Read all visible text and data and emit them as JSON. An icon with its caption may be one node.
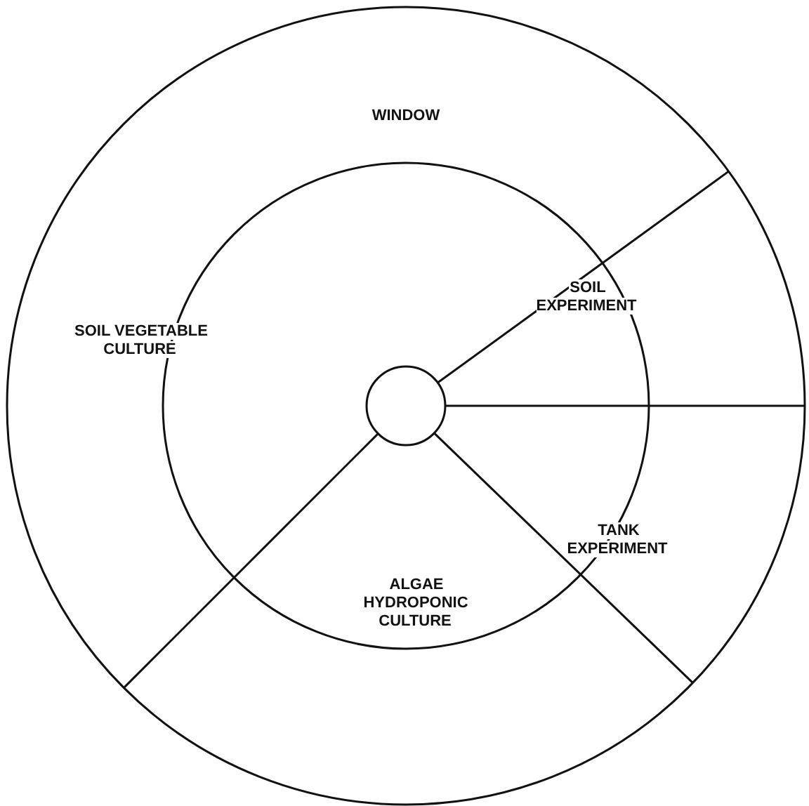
{
  "diagram": {
    "labels": [
      "WINDOW",
      "SOIL EXPERIMENT",
      "SOIL VEGETABLE CULTURE",
      "TANK EXPERIMENT",
      "ALGAE HYDROPONIC CULTURE"
    ]
  }
}
